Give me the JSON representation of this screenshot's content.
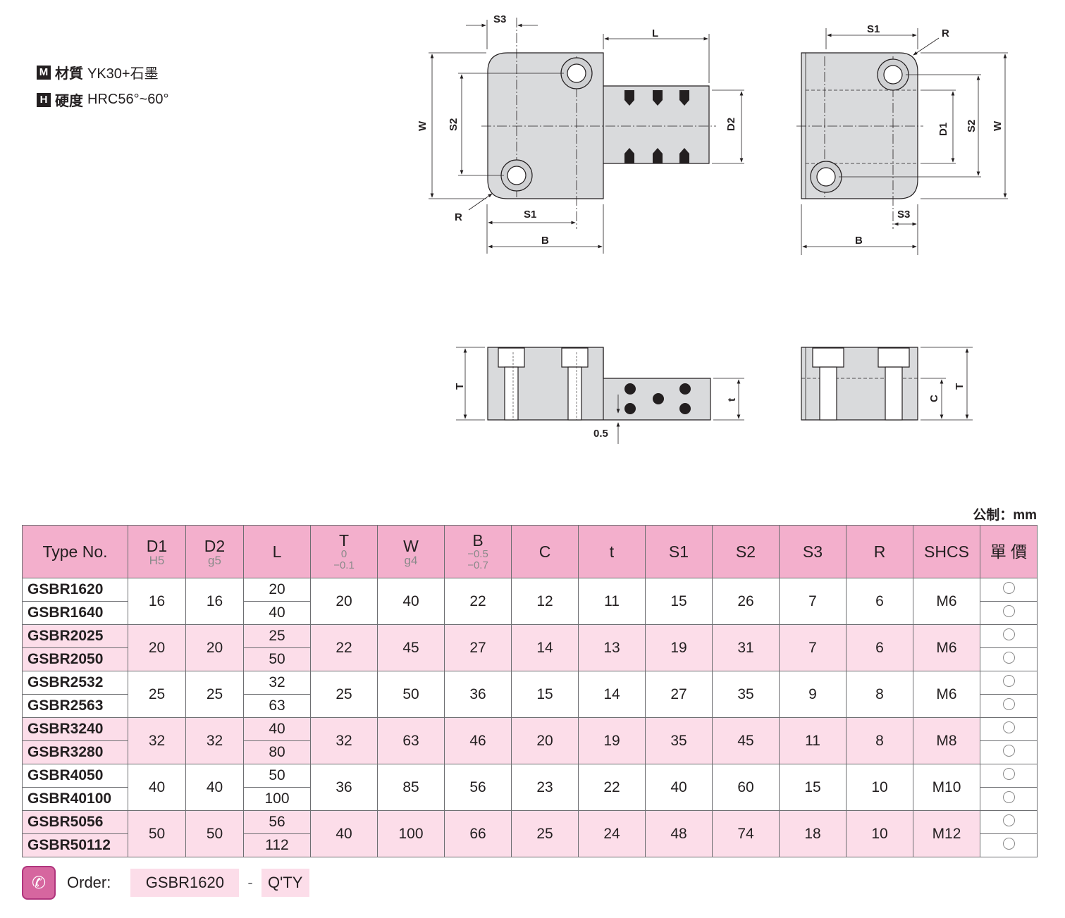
{
  "specs": {
    "material": {
      "badge": "M",
      "label": "材質",
      "value": "YK30+石墨"
    },
    "hardness": {
      "badge": "H",
      "label": "硬度",
      "value": "HRC56°~60°"
    }
  },
  "drawing_labels": {
    "S1": "S1",
    "S2": "S2",
    "S3": "S3",
    "L": "L",
    "W": "W",
    "R": "R",
    "B": "B",
    "D1": "D1",
    "D2": "D2",
    "T": "T",
    "t": "t",
    "C": "C",
    "offset": "0.5"
  },
  "unit_label": "公制：mm",
  "table": {
    "headers": [
      {
        "main": "Type No.",
        "tol": ""
      },
      {
        "main": "D1",
        "tol": "H5"
      },
      {
        "main": "D2",
        "tol": "g5"
      },
      {
        "main": "L",
        "tol": ""
      },
      {
        "main": "T",
        "tol_upper": "0",
        "tol_lower": "−0.1"
      },
      {
        "main": "W",
        "tol": "g4"
      },
      {
        "main": "B",
        "tol_upper": "−0.5",
        "tol_lower": "−0.7"
      },
      {
        "main": "C",
        "tol": ""
      },
      {
        "main": "t",
        "tol": ""
      },
      {
        "main": "S1",
        "tol": ""
      },
      {
        "main": "S2",
        "tol": ""
      },
      {
        "main": "S3",
        "tol": ""
      },
      {
        "main": "R",
        "tol": ""
      },
      {
        "main": "SHCS",
        "tol": ""
      },
      {
        "main": "單 價",
        "tol": ""
      }
    ],
    "groups": [
      {
        "types": [
          "GSBR1620",
          "GSBR1640"
        ],
        "D1": "16",
        "D2": "16",
        "L": [
          "20",
          "40"
        ],
        "T": "20",
        "W": "40",
        "B": "22",
        "C": "12",
        "t": "11",
        "S1": "15",
        "S2": "26",
        "S3": "7",
        "R": "6",
        "SHCS": "M6"
      },
      {
        "types": [
          "GSBR2025",
          "GSBR2050"
        ],
        "D1": "20",
        "D2": "20",
        "L": [
          "25",
          "50"
        ],
        "T": "22",
        "W": "45",
        "B": "27",
        "C": "14",
        "t": "13",
        "S1": "19",
        "S2": "31",
        "S3": "7",
        "R": "6",
        "SHCS": "M6"
      },
      {
        "types": [
          "GSBR2532",
          "GSBR2563"
        ],
        "D1": "25",
        "D2": "25",
        "L": [
          "32",
          "63"
        ],
        "T": "25",
        "W": "50",
        "B": "36",
        "C": "15",
        "t": "14",
        "S1": "27",
        "S2": "35",
        "S3": "9",
        "R": "8",
        "SHCS": "M6"
      },
      {
        "types": [
          "GSBR3240",
          "GSBR3280"
        ],
        "D1": "32",
        "D2": "32",
        "L": [
          "40",
          "80"
        ],
        "T": "32",
        "W": "63",
        "B": "46",
        "C": "20",
        "t": "19",
        "S1": "35",
        "S2": "45",
        "S3": "11",
        "R": "8",
        "SHCS": "M8"
      },
      {
        "types": [
          "GSBR4050",
          "GSBR40100"
        ],
        "D1": "40",
        "D2": "40",
        "L": [
          "50",
          "100"
        ],
        "T": "36",
        "W": "85",
        "B": "56",
        "C": "23",
        "t": "22",
        "S1": "40",
        "S2": "60",
        "S3": "15",
        "R": "10",
        "SHCS": "M10"
      },
      {
        "types": [
          "GSBR5056",
          "GSBR50112"
        ],
        "D1": "50",
        "D2": "50",
        "L": [
          "56",
          "112"
        ],
        "T": "40",
        "W": "100",
        "B": "66",
        "C": "25",
        "t": "24",
        "S1": "48",
        "S2": "74",
        "S3": "18",
        "R": "10",
        "SHCS": "M12"
      }
    ]
  },
  "order": {
    "label": "Order:",
    "example": "GSBR1620",
    "dash": "-",
    "qty": "Q'TY"
  },
  "colors": {
    "header_pink": "#f3afcc",
    "row_pink": "#fcdde9",
    "part_gray": "#d9dadc",
    "ink": "#231f20"
  }
}
